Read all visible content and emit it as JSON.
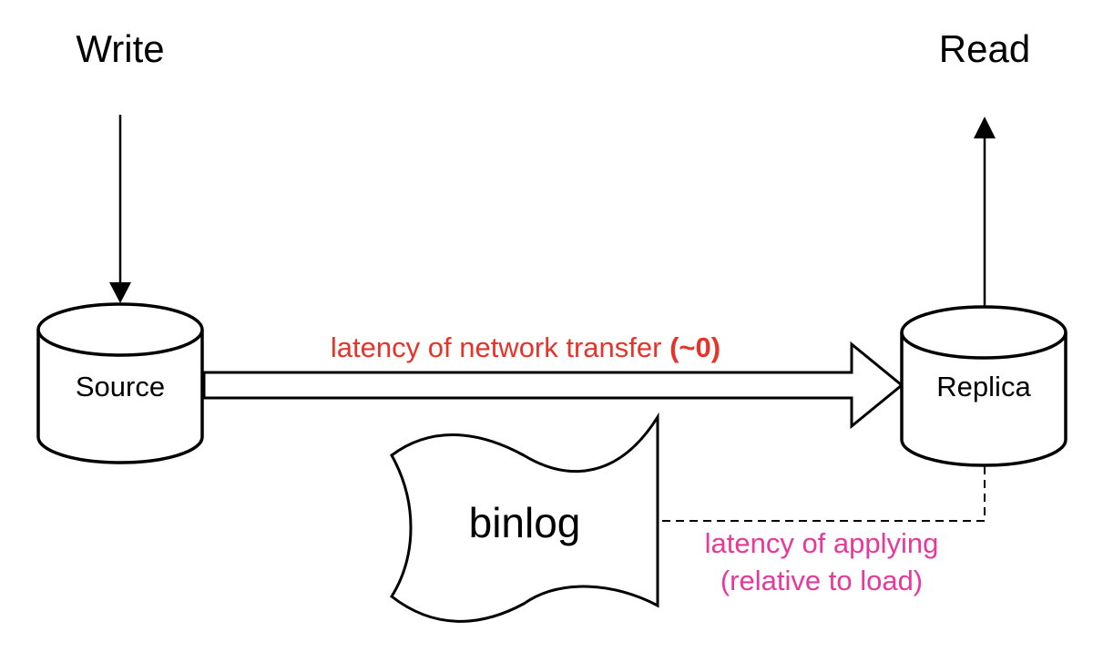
{
  "labels": {
    "write": "Write",
    "read": "Read",
    "source": "Source",
    "replica": "Replica",
    "binlog": "binlog",
    "network_latency": "latency of network transfer ",
    "network_latency_value": "(~0)",
    "apply_latency_line1": "latency of applying",
    "apply_latency_line2": "(relative to load)"
  },
  "colors": {
    "network_latency": "#e8332a",
    "apply_latency": "#e8399a",
    "stroke": "#000000"
  }
}
